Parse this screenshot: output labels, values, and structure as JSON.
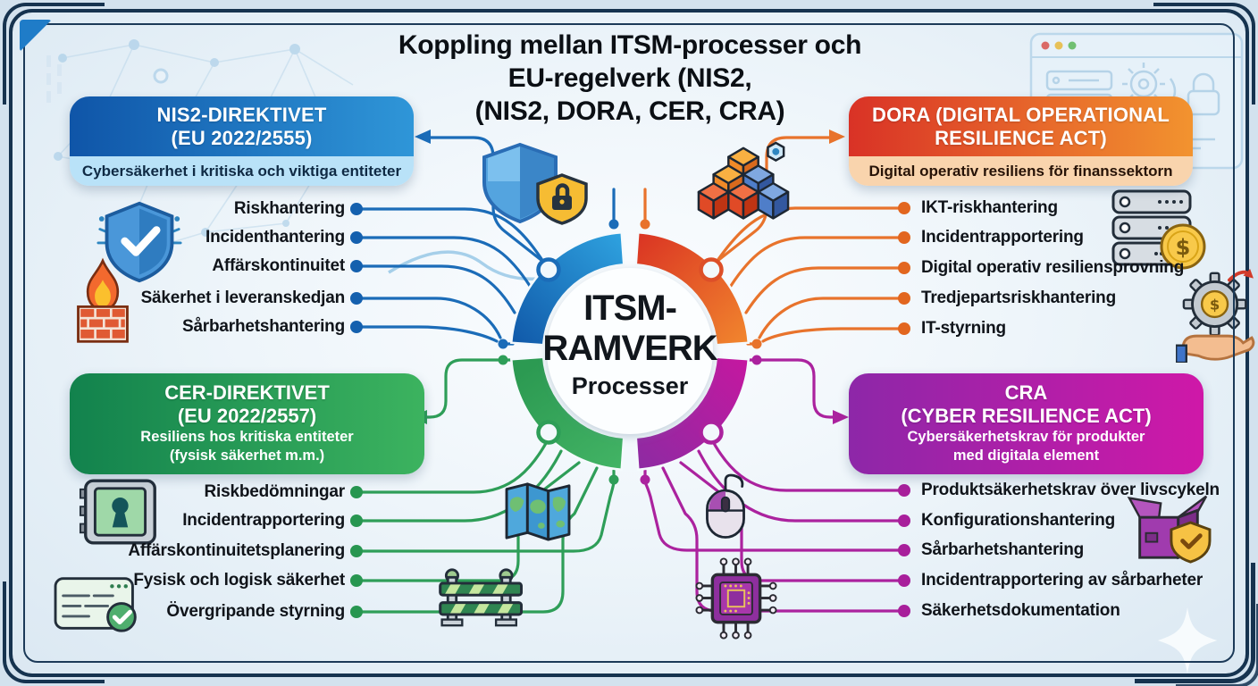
{
  "title": {
    "line1": "Koppling mellan ITSM-processer och",
    "line2": "EU-regelverk (NIS2,",
    "line3": "(NIS2, DORA, CER, CRA)"
  },
  "center": {
    "line1": "ITSM-",
    "line2": "RAMVERK",
    "subtitle": "Processer"
  },
  "groups": [
    {
      "id": "nis2",
      "title1": "NIS2-DIREKTIVET",
      "title2": "(EU 2022/2555)",
      "subtitle": "Cybersäkerhet i kritiska och viktiga entiteter",
      "accent": "#1565b8",
      "items": [
        "Riskhantering",
        "Incidenthantering",
        "Affärskontinuitet",
        "Säkerhet i leveranskedjan",
        "Sårbarhetshantering"
      ]
    },
    {
      "id": "dora",
      "title1": "DORA (DIGITAL OPERATIONAL",
      "title2": "RESILIENCE ACT)",
      "subtitle": "Digital operativ resiliens för finanssektorn",
      "accent": "#e8732c",
      "items": [
        "IKT-riskhantering",
        "Incidentrapportering",
        "Digital operativ resiliensprovning",
        "Tredjepartsriskhantering",
        "IT-styrning"
      ]
    },
    {
      "id": "cer",
      "title1": "CER-DIREKTIVET",
      "title2": "(EU 2022/2557)",
      "subtitle1": "Resiliens hos kritiska entiteter",
      "subtitle2": "(fysisk säkerhet m.m.)",
      "accent": "#2e9e58",
      "items": [
        "Riskbedömningar",
        "Incidentrapportering",
        "Affärskontinuitetsplanering",
        "Fysisk och logisk säkerhet",
        "Övergripande styrning"
      ]
    },
    {
      "id": "cra",
      "title1": "CRA",
      "title2": "(CYBER RESILIENCE ACT)",
      "subtitle1": "Cybersäkerhetskrav för produkter",
      "subtitle2": "med digitala element",
      "accent": "#ab229e",
      "items": [
        "Produktsäkerhetskrav över livscykeln",
        "Konfigurationshantering",
        "Sårbarhetshantering",
        "Incidentrapportering av sårbarheter",
        "Säkerhetsdokumentation"
      ]
    }
  ],
  "ring_colors": {
    "nis2": "#1668b5",
    "dora": "#e4542a",
    "cer": "#35a35b",
    "cra": "#b320a0"
  },
  "icons": [
    "shield-check",
    "firewall",
    "shield-lock",
    "cubes-pyramid",
    "servers-coin",
    "gear-money-hand",
    "vault",
    "document-check",
    "world-map",
    "barrier",
    "computer-mouse",
    "circuit-chip",
    "package-shield",
    "sparkle",
    "network-mesh",
    "browser-window"
  ]
}
